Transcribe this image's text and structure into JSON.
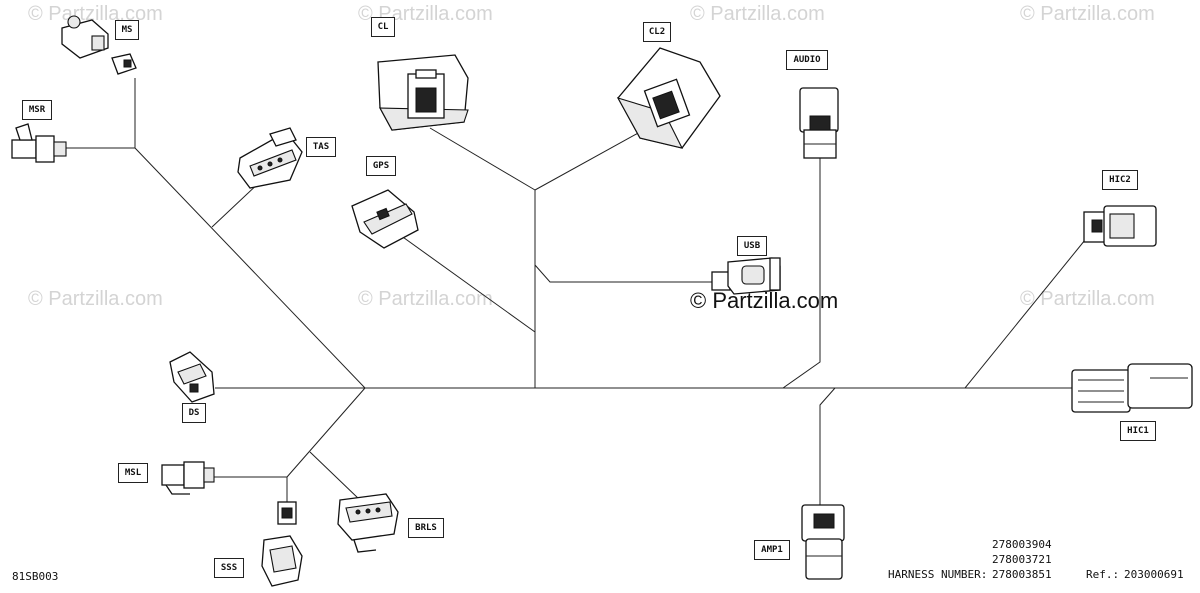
{
  "watermarks": {
    "text": "© Partzilla.com",
    "main": "© Partzilla.com"
  },
  "connectors": {
    "ms": "MS",
    "msr": "MSR",
    "tas": "TAS",
    "cl": "CL",
    "cl2": "CL2",
    "gps": "GPS",
    "audio": "AUDIO",
    "usb": "USB",
    "hic2": "HIC2",
    "hic1": "HIC1",
    "ds": "DS",
    "msl": "MSL",
    "sss": "SSS",
    "brls": "BRLS",
    "amp1": "AMP1"
  },
  "footer": {
    "diagram_code": "81SB003",
    "part_number_1": "278003904",
    "part_number_2": "278003721",
    "harness_label": "HARNESS NUMBER:",
    "harness_number": "278003851",
    "ref_label": "Ref.:",
    "ref_number": "203000691"
  }
}
